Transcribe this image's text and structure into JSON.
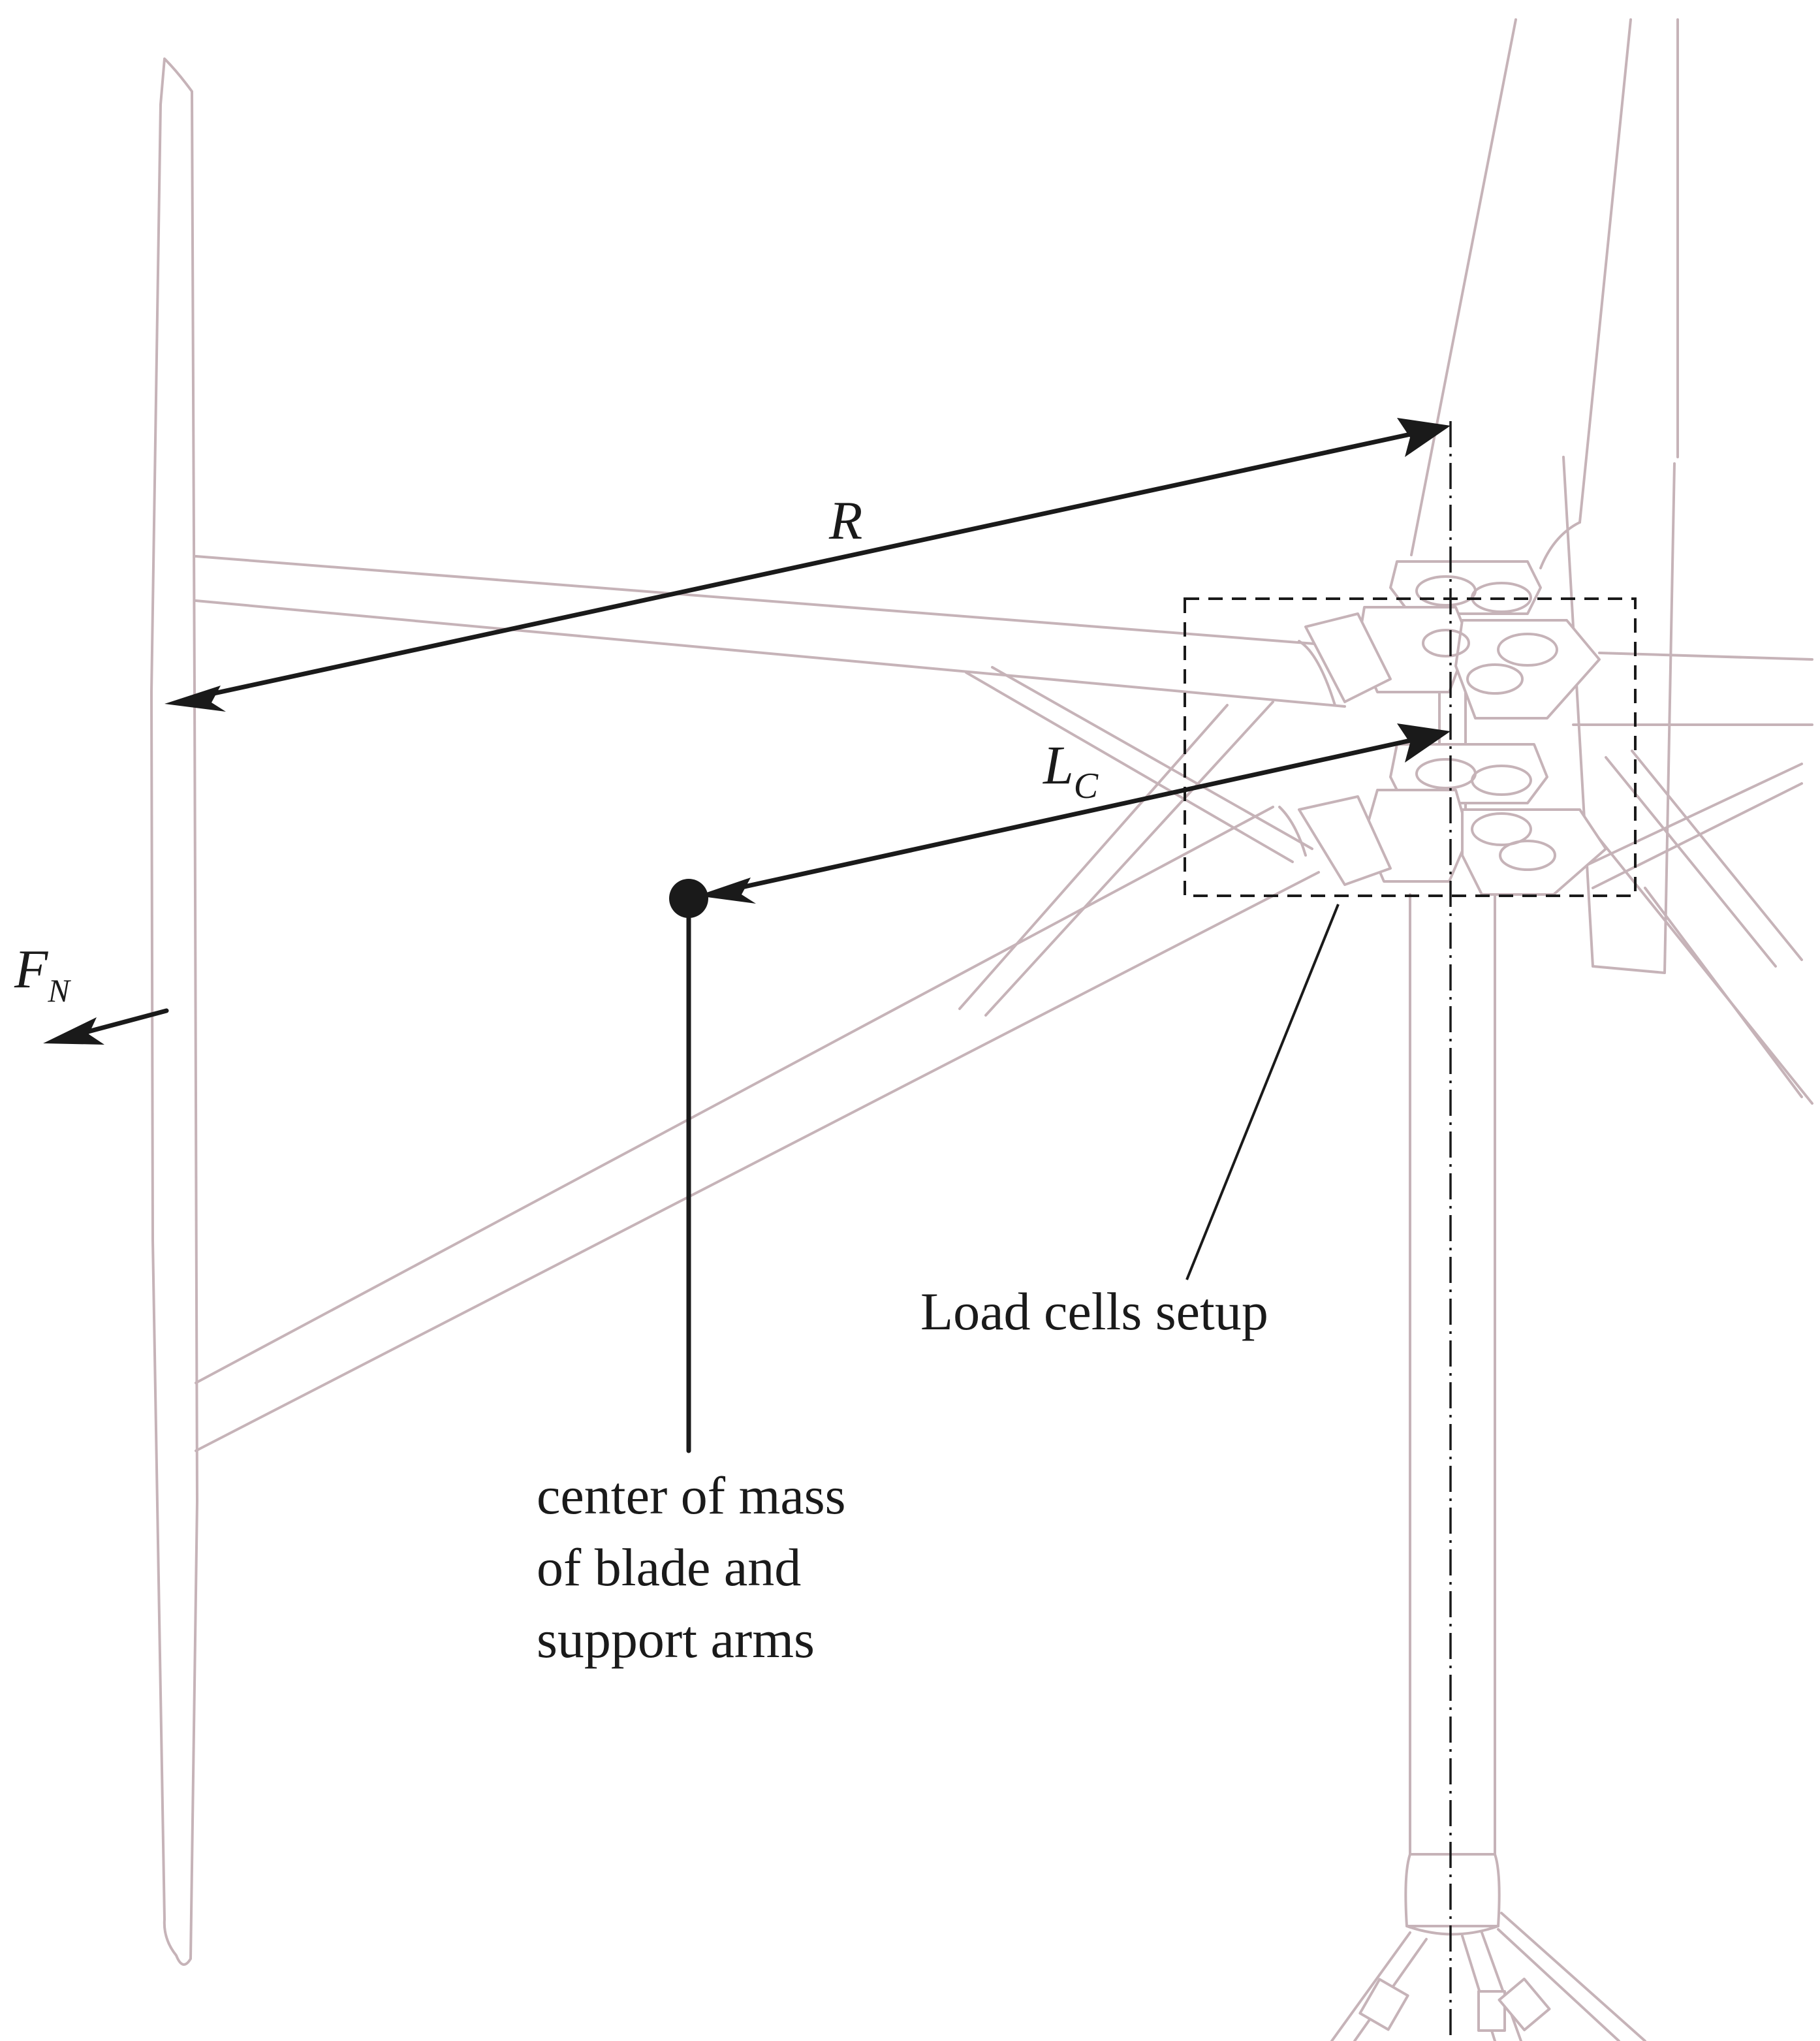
{
  "labels": {
    "radius_symbol": "R",
    "lc_main": "L",
    "lc_sub": "C",
    "fn_main": "F",
    "fn_sub": "N",
    "load_cells": "Load cells setup",
    "com_line1": "center of mass",
    "com_line2": "of blade and",
    "com_line3": "support arms"
  },
  "colors": {
    "structure": "#c6b3b8",
    "annotation": "#1a1a1a",
    "background": "#ffffff"
  }
}
